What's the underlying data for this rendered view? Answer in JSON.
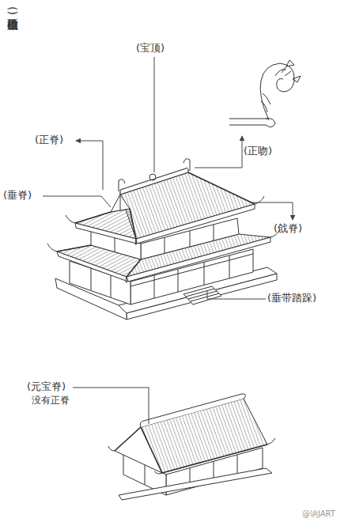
{
  "diagram": {
    "title": "(重檐歇山顶)",
    "labels": [
      "(宝顶)",
      "(正脊)",
      "(正吻)",
      "(垂脊)",
      "(戗脊)",
      "(垂带踏跺)",
      "(元宝脊)",
      "没有正脊",
      "@讷JART"
    ]
  }
}
